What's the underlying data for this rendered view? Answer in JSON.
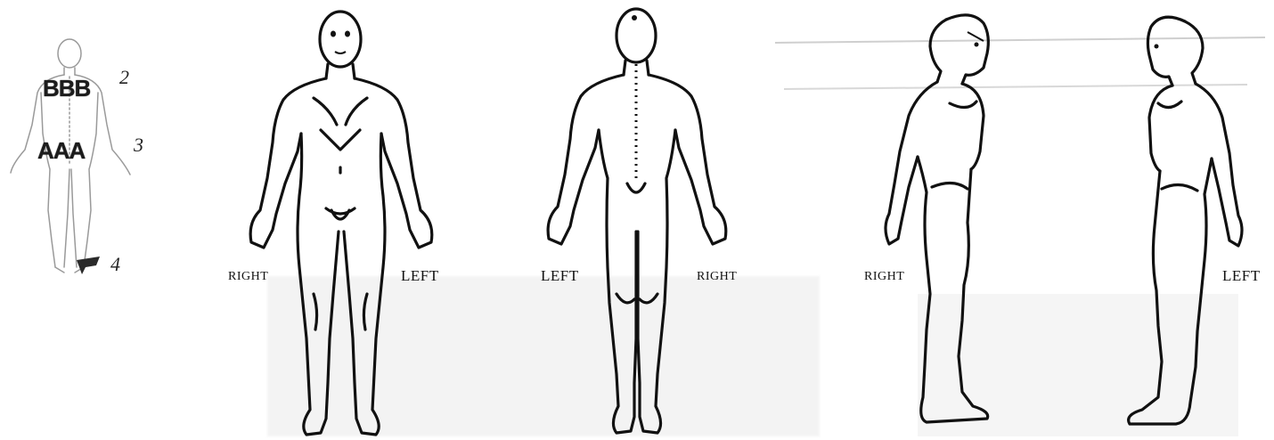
{
  "labels": {
    "front_right": "RIGHT",
    "front_left": "LEFT",
    "back_left": "LEFT",
    "back_right": "RIGHT",
    "side_right": "RIGHT",
    "side_left": "LEFT"
  },
  "markers": {
    "code_shoulders": "BBB",
    "code_lower_back": "AAA",
    "num_2": "2",
    "num_3": "3",
    "num_4": "4"
  },
  "colors": {
    "ink": "#111111",
    "shade": "#e6e6e6",
    "marker_fill": "#2a2a2a"
  }
}
